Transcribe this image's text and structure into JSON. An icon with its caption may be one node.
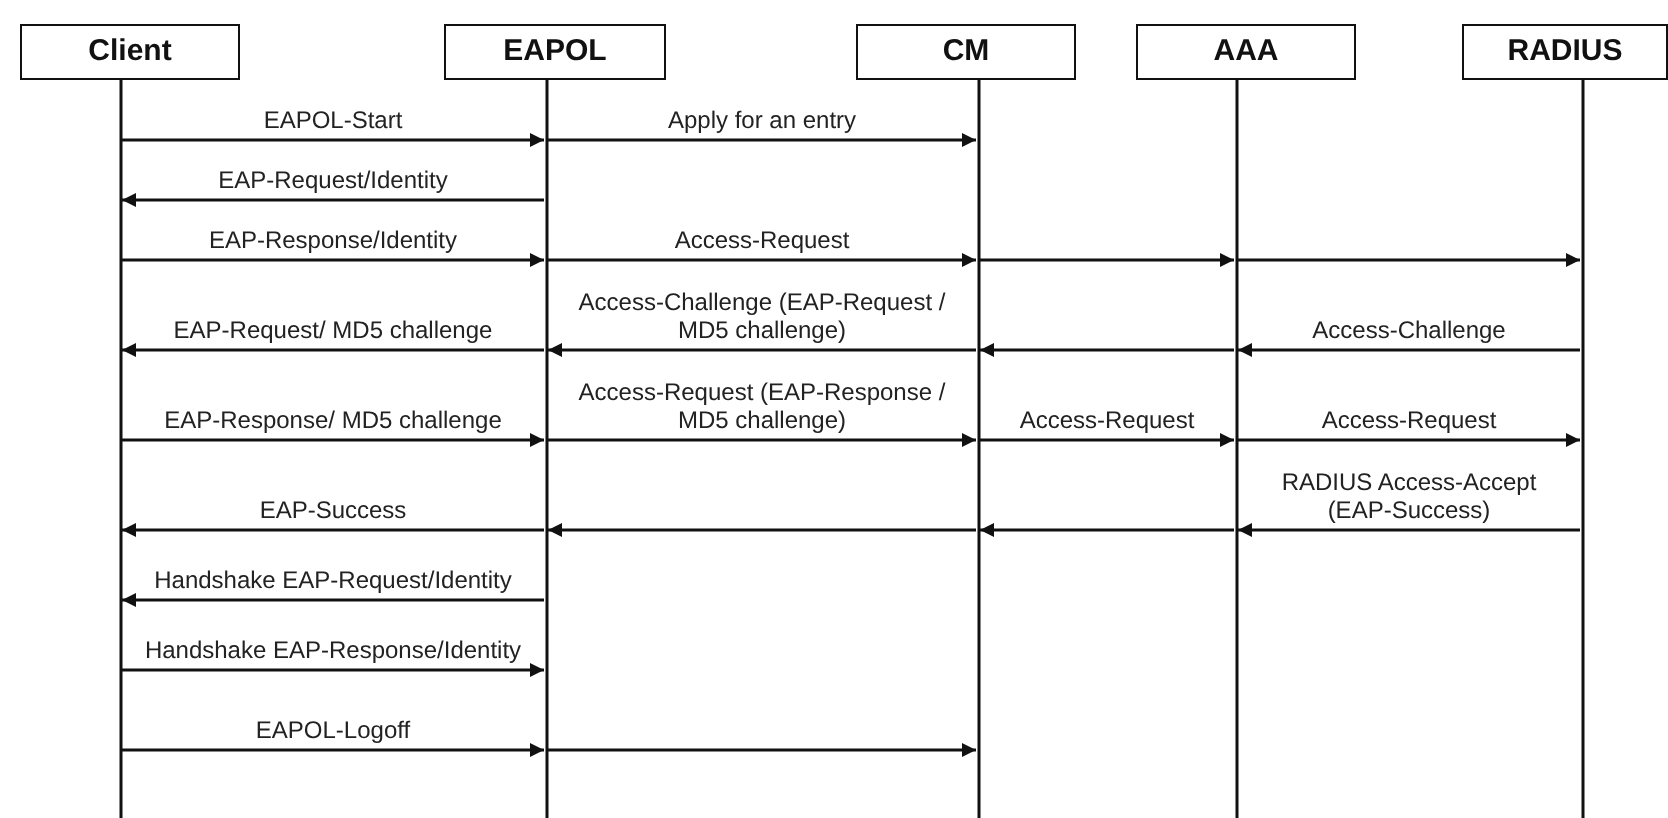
{
  "diagram": {
    "nodes": [
      {
        "text": [
          "Client"
        ]
      },
      {
        "text": [
          "EAPOL"
        ]
      },
      {
        "text": [
          "CM"
        ]
      },
      {
        "text": [
          "AAA"
        ]
      },
      {
        "text": [
          "RADIUS"
        ]
      }
    ],
    "edges": [
      {
        "from": 0,
        "to": 1,
        "arrow": "to",
        "label": "EAPOL-Start"
      },
      {
        "from": 1,
        "to": 2,
        "arrow": "to",
        "label": "Apply for an entry"
      },
      {
        "from": 1,
        "to": 0,
        "arrow": "to",
        "label": "EAP-Request/Identity"
      },
      {
        "from": 0,
        "to": 1,
        "arrow": "to",
        "label": "EAP-Response/Identity"
      },
      {
        "from": 1,
        "to": 2,
        "arrow": "to",
        "label": "Access-Request"
      },
      {
        "from": 2,
        "to": 3,
        "arrow": "to"
      },
      {
        "from": 3,
        "to": 4,
        "arrow": "to"
      },
      {
        "from": 1,
        "to": 0,
        "arrow": "to",
        "label": "EAP-Request/ MD5 challenge"
      },
      {
        "from": 2,
        "to": 1,
        "arrow": "to",
        "label": "Access-Challenge (EAP-Request / MD5 challenge)"
      },
      {
        "from": 3,
        "to": 2,
        "arrow": "to"
      },
      {
        "from": 4,
        "to": 3,
        "arrow": "to",
        "label": "Access-Challenge"
      },
      {
        "from": 0,
        "to": 1,
        "arrow": "to",
        "label": "EAP-Response/ MD5 challenge"
      },
      {
        "from": 1,
        "to": 2,
        "arrow": "to",
        "label": "Access-Request (EAP-Response / MD5 challenge)"
      },
      {
        "from": 2,
        "to": 3,
        "arrow": "to",
        "label": "Access-Request"
      },
      {
        "from": 3,
        "to": 4,
        "arrow": "to",
        "label": "Access-Request"
      },
      {
        "from": 1,
        "to": 0,
        "arrow": "to",
        "label": "EAP-Success"
      },
      {
        "from": 2,
        "to": 1,
        "arrow": "to"
      },
      {
        "from": 3,
        "to": 2,
        "arrow": "to"
      },
      {
        "from": 4,
        "to": 3,
        "arrow": "to",
        "label": "RADIUS Access-Accept (EAP-Success)"
      },
      {
        "from": 1,
        "to": 0,
        "arrow": "to",
        "label": "Handshake EAP-Request/Identity"
      },
      {
        "from": 0,
        "to": 1,
        "arrow": "to",
        "label": "Handshake EAP-Response/Identity"
      },
      {
        "from": 0,
        "to": 1,
        "arrow": "to",
        "label": "EAPOL-Logoff"
      },
      {
        "from": 1,
        "to": 2,
        "arrow": "to"
      }
    ]
  }
}
